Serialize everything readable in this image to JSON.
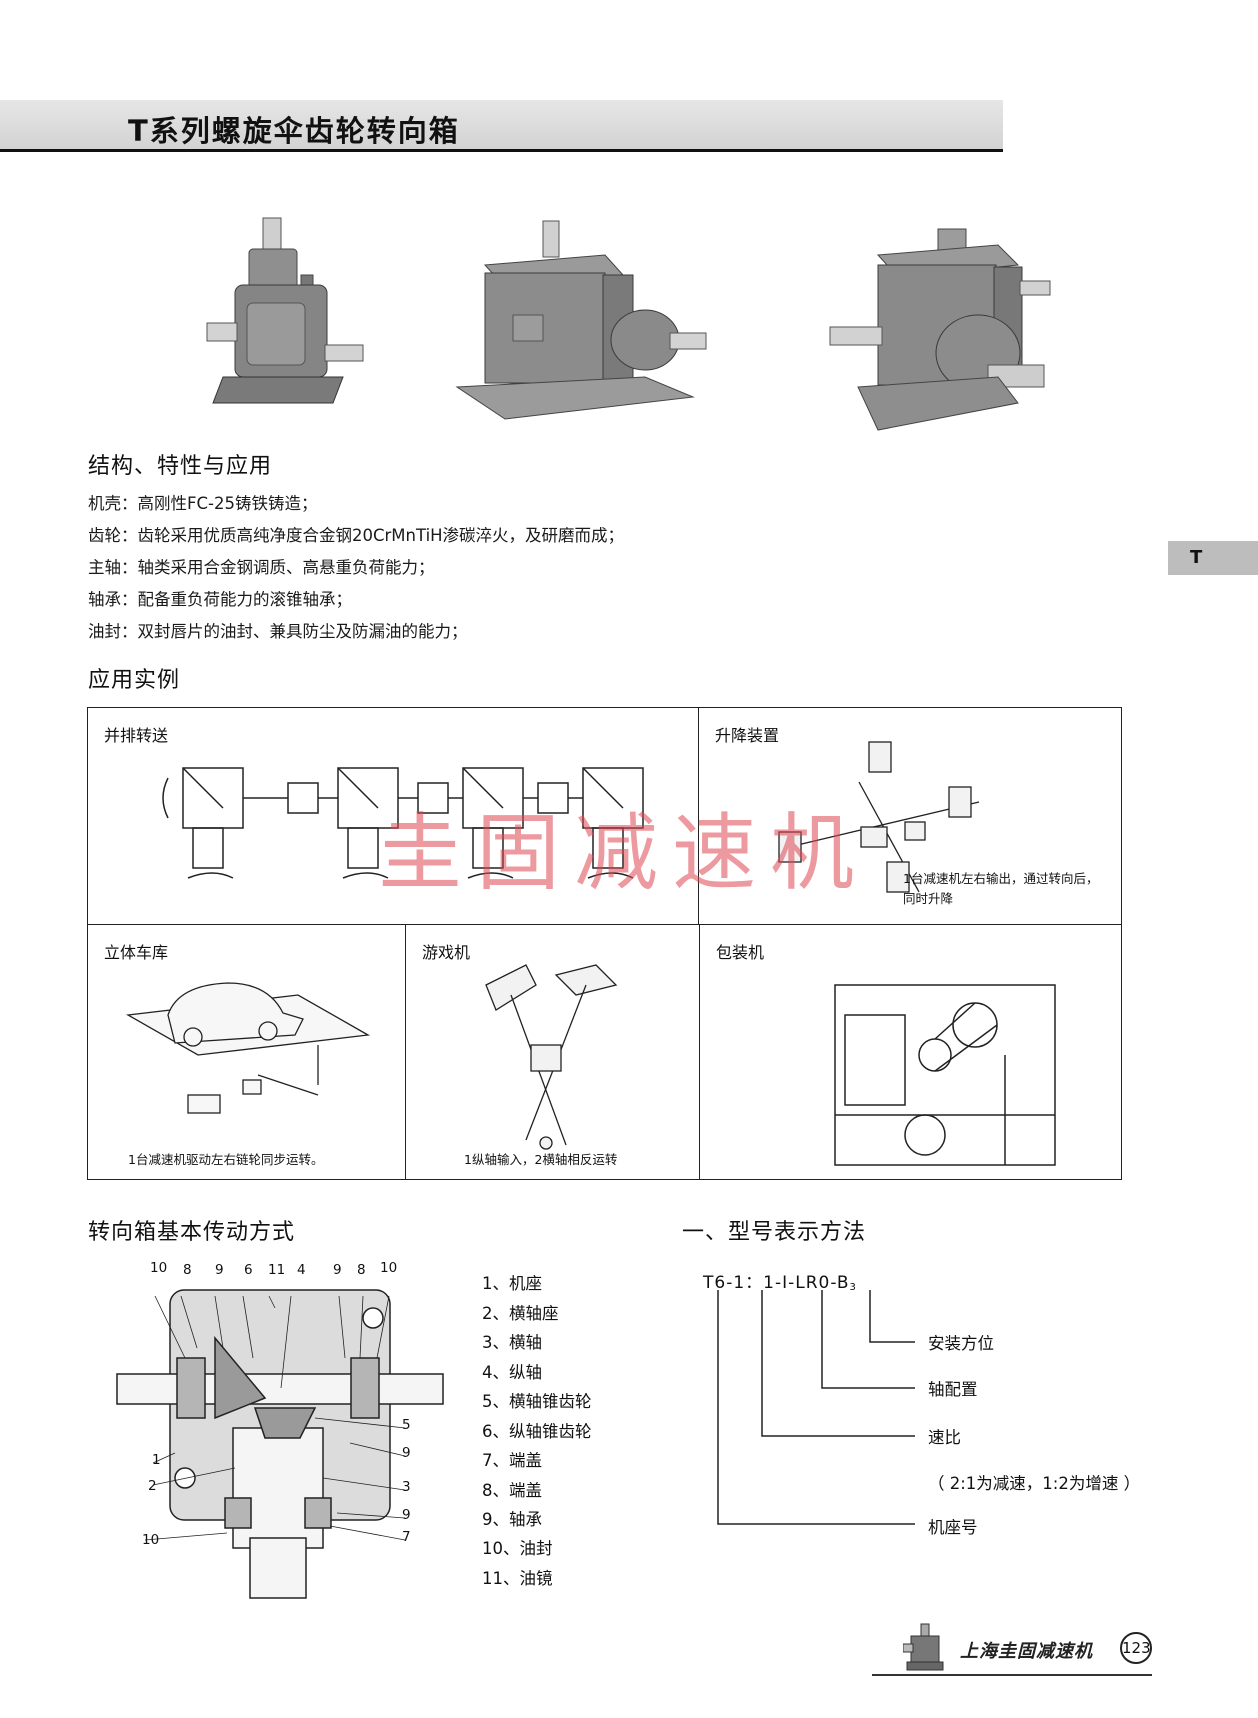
{
  "header": {
    "title": "T系列螺旋伞齿轮转向箱"
  },
  "side_tab": {
    "label": "T"
  },
  "colors": {
    "product_gray": "#8a8a8a",
    "watermark": "#de4652",
    "title_bar": "#d8d8d8"
  },
  "features": {
    "heading": "结构、特性与应用",
    "items": [
      {
        "label": "机壳：",
        "text": "高刚性FC-25铸铁铸造；"
      },
      {
        "label": "齿轮：",
        "text": "齿轮采用优质高纯净度合金钢20CrMnTiH渗碳淬火，及研磨而成；"
      },
      {
        "label": "主轴：",
        "text": "轴类采用合金钢调质、高悬重负荷能力；"
      },
      {
        "label": "轴承：",
        "text": "配备重负荷能力的滚锥轴承；"
      },
      {
        "label": "油封：",
        "text": "双封唇片的油封、兼具防尘及防漏油的能力；"
      }
    ]
  },
  "examples": {
    "heading": "应用实例",
    "cells": [
      {
        "label": "并排转送",
        "caption": ""
      },
      {
        "label": "升降装置",
        "caption_line1": "1台减速机左右输出，通过转向后，",
        "caption_line2": "同时升降"
      },
      {
        "label": "立体车库",
        "caption": "1台减速机驱动左右链轮同步运转。"
      },
      {
        "label": "游戏机",
        "caption": "1纵轴输入，2横轴相反运转"
      },
      {
        "label": "包装机",
        "caption": ""
      }
    ],
    "watermark": "圭固减速机"
  },
  "transmission": {
    "heading": "转向箱基本传动方式",
    "top_callouts": [
      "10",
      "8",
      "9",
      "6",
      "11",
      "4",
      "9",
      "8",
      "10"
    ],
    "side_callouts": {
      "left1": "1",
      "left2": "2",
      "left3": "10",
      "right1": "5",
      "right2": "9",
      "right3": "3",
      "right4": "9",
      "right5": "7"
    },
    "parts": [
      "1、机座",
      "2、横轴座",
      "3、横轴",
      "4、纵轴",
      "5、横轴锥齿轮",
      "6、纵轴锥齿轮",
      "7、端盖",
      "8、端盖",
      "9、轴承",
      "10、油封",
      "11、油镜"
    ]
  },
  "model": {
    "heading": "一、型号表示方法",
    "code_main": "T6-1：1-I-LR0-B",
    "code_sub": "3",
    "labels": {
      "mount": "安装方位",
      "shaft": "轴配置",
      "ratio": "速比",
      "ratio_note": "（ 2:1为减速，1:2为增速 ）",
      "frame": "机座号"
    }
  },
  "footer": {
    "brand": "上海圭固减速机",
    "page": "123"
  }
}
